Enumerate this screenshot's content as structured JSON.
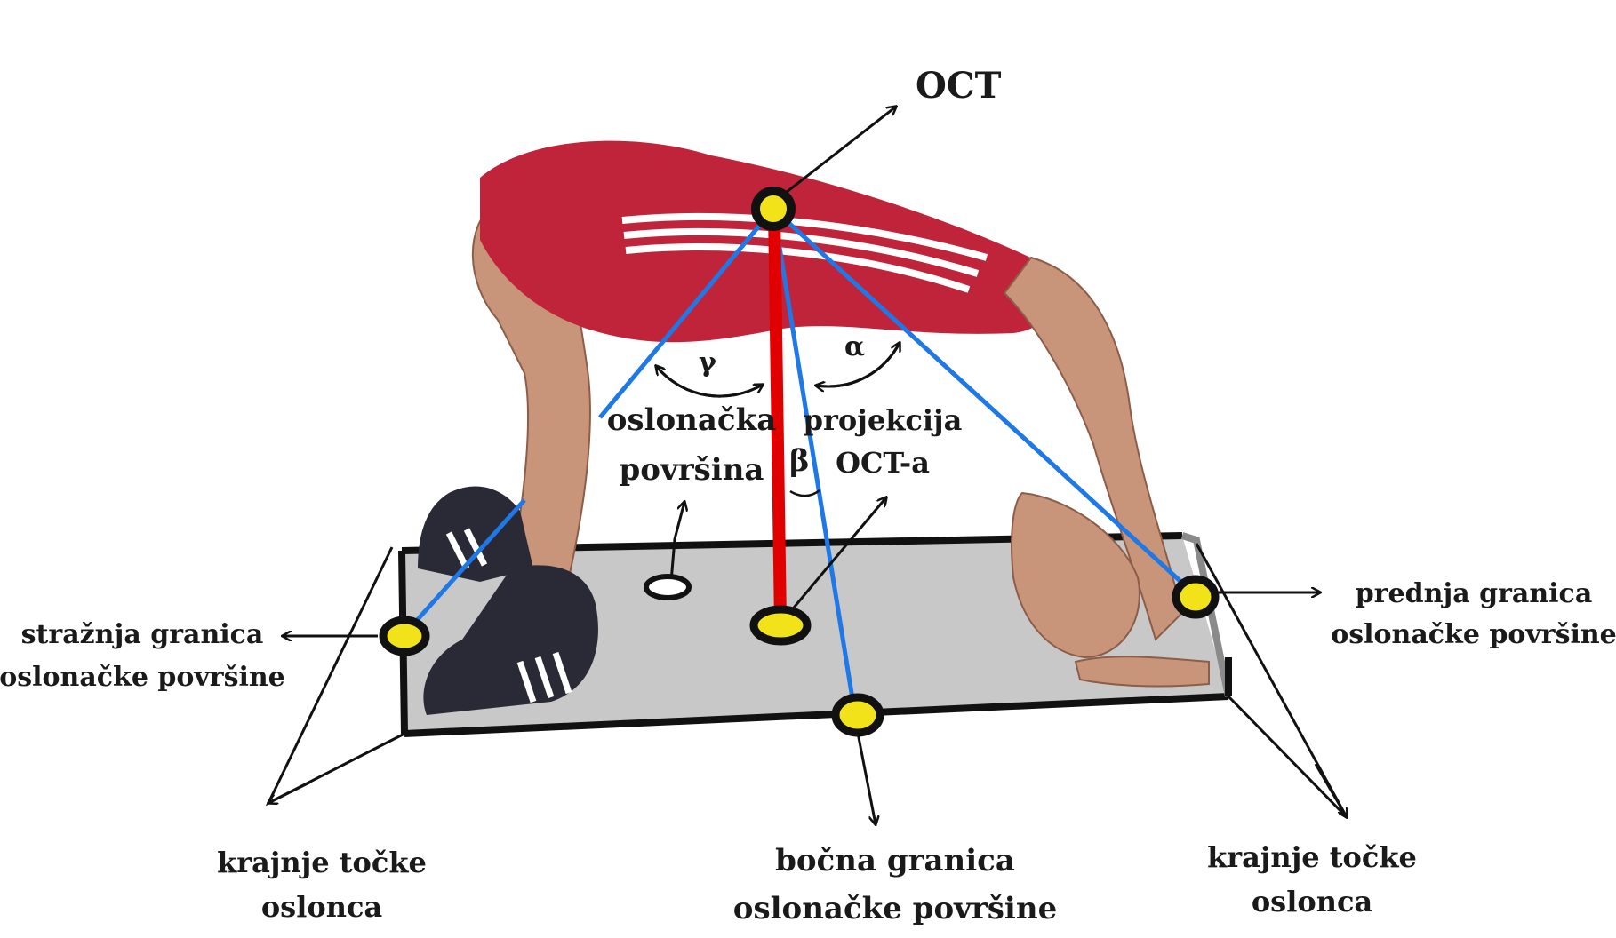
{
  "labels": {
    "cog": "OCT",
    "angle_alpha": "α",
    "angle_beta": "β",
    "angle_gamma": "γ",
    "support_area_line1": "oslonačka",
    "support_area_line2": "površina",
    "projection_line1": "projekcija",
    "projection_line2": "OCT-a",
    "rear_boundary_line1": "stražnja granica",
    "rear_boundary_line2": "oslonačke površine",
    "front_boundary_line1": "prednja granica",
    "front_boundary_line2": "oslonačke površine",
    "side_boundary_line1": "bočna granica",
    "side_boundary_line2": "oslonačke površine",
    "end_points_left_line1": "krajnje točke",
    "end_points_left_line2": "oslonca",
    "end_points_right_line1": "krajnje točke",
    "end_points_right_line2": "oslonca"
  },
  "colors": {
    "projection_line": "#e10000",
    "sight_lines": "#1e78e6",
    "marker_fill": "#f2e21a",
    "marker_ring": "#111111",
    "support_area": "#c8c8c8",
    "singlet": "#c0243a",
    "skin": "#c9957a",
    "shoe": "#2a2a36"
  }
}
